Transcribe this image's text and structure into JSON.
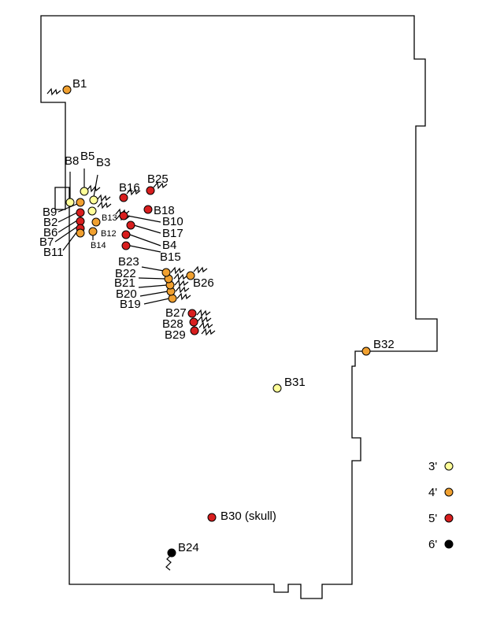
{
  "colors": {
    "3'": "#ffff99",
    "4'": "#f0a030",
    "5'": "#d81e1e",
    "6'": "#000000"
  },
  "legend": [
    {
      "label": "3'",
      "depth": "3'"
    },
    {
      "label": "4'",
      "depth": "4'"
    },
    {
      "label": "5'",
      "depth": "5'"
    },
    {
      "label": "6'",
      "depth": "6'"
    }
  ],
  "burials": [
    {
      "id": "B1",
      "label": "B1",
      "depth": "4'"
    },
    {
      "id": "B2",
      "label": "B2",
      "depth": "5'"
    },
    {
      "id": "B3",
      "label": "B3",
      "depth": "3'"
    },
    {
      "id": "B4",
      "label": "B4",
      "depth": "5'"
    },
    {
      "id": "B5",
      "label": "B5",
      "depth": "3'"
    },
    {
      "id": "B6",
      "label": "B6",
      "depth": "5'"
    },
    {
      "id": "B7",
      "label": "B7",
      "depth": "5'"
    },
    {
      "id": "B8",
      "label": "B8",
      "depth": "3'"
    },
    {
      "id": "B9",
      "label": "B9",
      "depth": "4'"
    },
    {
      "id": "B10",
      "label": "B10",
      "depth": "5'"
    },
    {
      "id": "B11",
      "label": "B11",
      "depth": "4'"
    },
    {
      "id": "B12",
      "label": "B12",
      "depth": "4'"
    },
    {
      "id": "B13",
      "label": "B13",
      "depth": "3'"
    },
    {
      "id": "B14",
      "label": "B14",
      "depth": "4'"
    },
    {
      "id": "B15",
      "label": "B15",
      "depth": "5'"
    },
    {
      "id": "B16",
      "label": "B16",
      "depth": "5'"
    },
    {
      "id": "B17",
      "label": "B17",
      "depth": "5'"
    },
    {
      "id": "B18",
      "label": "B18",
      "depth": "5'"
    },
    {
      "id": "B19",
      "label": "B19",
      "depth": "4'"
    },
    {
      "id": "B20",
      "label": "B20",
      "depth": "4'"
    },
    {
      "id": "B21",
      "label": "B21",
      "depth": "4'"
    },
    {
      "id": "B22",
      "label": "B22",
      "depth": "4'"
    },
    {
      "id": "B23",
      "label": "B23",
      "depth": "4'"
    },
    {
      "id": "B24",
      "label": "B24",
      "depth": "6'"
    },
    {
      "id": "B25",
      "label": "B25",
      "depth": "5'"
    },
    {
      "id": "B26",
      "label": "B26",
      "depth": "4'"
    },
    {
      "id": "B27",
      "label": "B27",
      "depth": "5'"
    },
    {
      "id": "B28",
      "label": "B28",
      "depth": "5'"
    },
    {
      "id": "B29",
      "label": "B29",
      "depth": "5'"
    },
    {
      "id": "B30",
      "label": "B30 (skull)",
      "depth": "5'"
    },
    {
      "id": "B31",
      "label": "B31",
      "depth": "3'"
    },
    {
      "id": "B32",
      "label": "B32",
      "depth": "4'"
    }
  ]
}
